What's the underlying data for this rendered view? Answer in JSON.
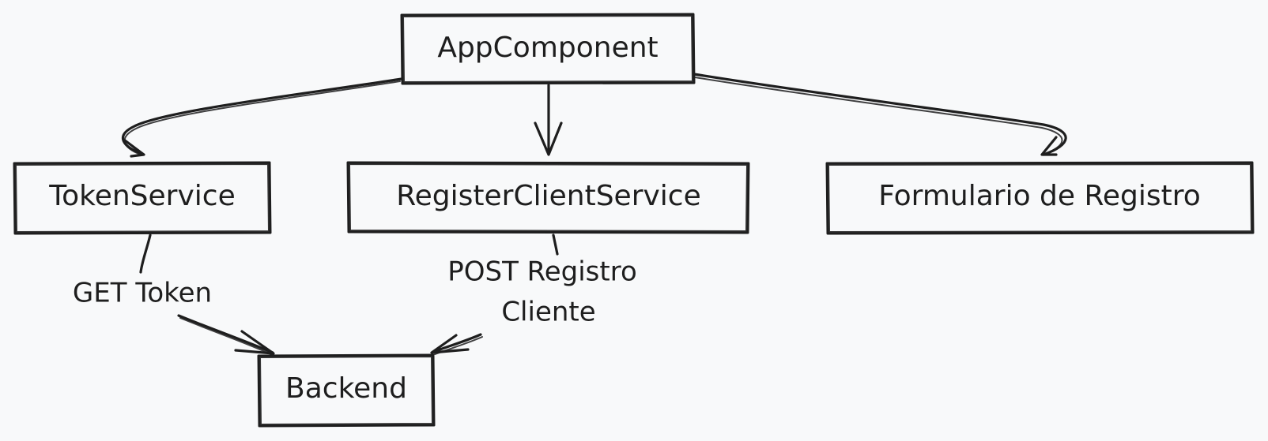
{
  "diagram": {
    "nodes": {
      "app_component": {
        "label": "AppComponent"
      },
      "token_service": {
        "label": "TokenService"
      },
      "register_client_service": {
        "label": "RegisterClientService"
      },
      "formulario_registro": {
        "label": "Formulario de Registro"
      },
      "backend": {
        "label": "Backend"
      }
    },
    "edges": {
      "get_token": {
        "label": "GET Token"
      },
      "post_registro_line1": {
        "label": "POST Registro"
      },
      "post_registro_line2": {
        "label": "Cliente"
      }
    }
  }
}
